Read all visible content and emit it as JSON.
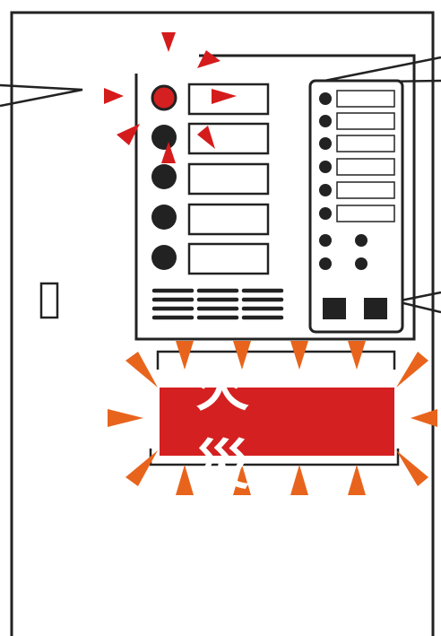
{
  "alarm_label": "火 災",
  "colors": {
    "line": "#222222",
    "fire_red": "#d42020",
    "flash_red": "#d51c1c",
    "flash_orange": "#e8641c",
    "panel_bg": "#ffffff"
  },
  "icons": {
    "fire_lamp": "lit-indicator-lamp",
    "flash_marks": "warning-flash-triangle"
  }
}
